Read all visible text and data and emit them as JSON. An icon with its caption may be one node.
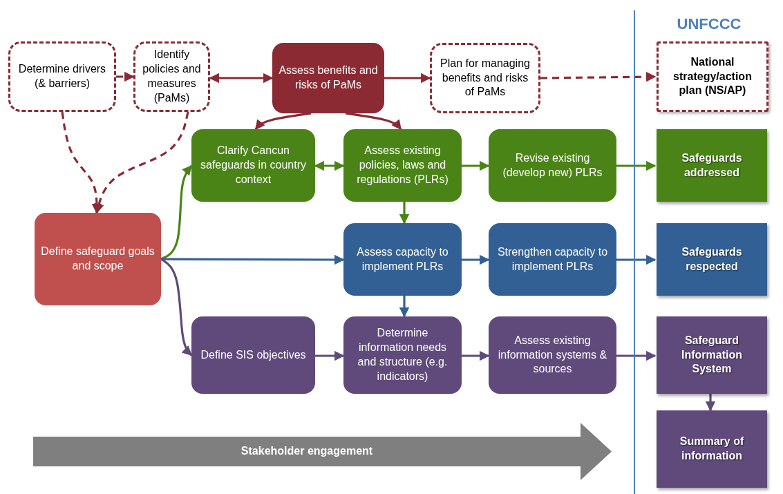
{
  "diagram": {
    "nodes": [
      {
        "text": [
          "UNFCCC"
        ]
      },
      {
        "text": [
          "Determine drivers (& barriers)"
        ]
      },
      {
        "text": [
          "Identify policies and measures (PaMs)"
        ]
      },
      {
        "text": [
          "Assess benefits and risks of PaMs"
        ]
      },
      {
        "text": [
          "Plan for managing benefits and risks of PaMs"
        ]
      },
      {
        "text": [
          "National strategy/action plan (NS/AP)"
        ],
        "in": 0
      },
      {
        "text": [
          "Clarify Cancun safeguards in country context"
        ]
      },
      {
        "text": [
          "Assess existing policies, laws and regulations (PLRs)"
        ]
      },
      {
        "text": [
          "Revise existing (develop new) PLRs"
        ]
      },
      {
        "text": [
          "Safeguards addressed"
        ],
        "in": 0
      },
      {
        "text": [
          "Define safeguard goals and scope"
        ]
      },
      {
        "text": [
          "Assess capacity to implement PLRs"
        ]
      },
      {
        "text": [
          "Strengthen capacity to implement PLRs"
        ]
      },
      {
        "text": [
          "Safeguards respected"
        ],
        "in": 0
      },
      {
        "text": [
          "Define SIS objectives"
        ]
      },
      {
        "text": [
          "Determine information needs and structure (e.g. indicators)"
        ]
      },
      {
        "text": [
          "Assess existing information systems & sources"
        ]
      },
      {
        "text": [
          "Safeguard Information System"
        ],
        "in": 0
      },
      {
        "text": [
          "Summary of information"
        ],
        "in": 0
      },
      {
        "text": [
          "Stakeholder engagement"
        ]
      }
    ],
    "edges": [
      {
        "from": 1,
        "to": 2,
        "arrow": "to",
        "style": "dashed"
      },
      {
        "from": 2,
        "to": 3,
        "arrow": "both"
      },
      {
        "from": 3,
        "to": 4,
        "arrow": "to"
      },
      {
        "from": 4,
        "to": 5,
        "arrow": "to",
        "style": "dashed"
      },
      {
        "from": 1,
        "to": 10,
        "arrow": "to",
        "style": "dashed"
      },
      {
        "from": 2,
        "to": 10,
        "arrow": "to",
        "style": "dashed"
      },
      {
        "from": 3,
        "to": 6,
        "arrow": "to"
      },
      {
        "from": 3,
        "to": 7,
        "arrow": "to"
      },
      {
        "from": 6,
        "to": 7,
        "arrow": "both",
        "color": "#4a8416"
      },
      {
        "from": 7,
        "to": 8,
        "arrow": "to",
        "color": "#4a8416"
      },
      {
        "from": 8,
        "to": 9,
        "arrow": "to",
        "color": "#4a8416"
      },
      {
        "from": 7,
        "to": 11,
        "arrow": "to",
        "color": "#4a8416"
      },
      {
        "from": 10,
        "to": 6,
        "arrow": "to",
        "color": "#4a8416"
      },
      {
        "from": 10,
        "to": 11,
        "arrow": "to",
        "color": "#336094"
      },
      {
        "from": 10,
        "to": 14,
        "arrow": "to",
        "color": "#5f4a7b"
      },
      {
        "from": 11,
        "to": 12,
        "arrow": "to",
        "color": "#336094"
      },
      {
        "from": 12,
        "to": 13,
        "arrow": "to",
        "color": "#336094"
      },
      {
        "from": 11,
        "to": 15,
        "arrow": "to",
        "color": "#336094"
      },
      {
        "from": 14,
        "to": 15,
        "arrow": "to",
        "color": "#5f4a7b"
      },
      {
        "from": 15,
        "to": 16,
        "arrow": "to",
        "color": "#5f4a7b"
      },
      {
        "from": 16,
        "to": 17,
        "arrow": "to",
        "color": "#5f4a7b"
      },
      {
        "from": 17,
        "to": 18,
        "arrow": "to",
        "color": "#5f4a7b"
      }
    ]
  }
}
